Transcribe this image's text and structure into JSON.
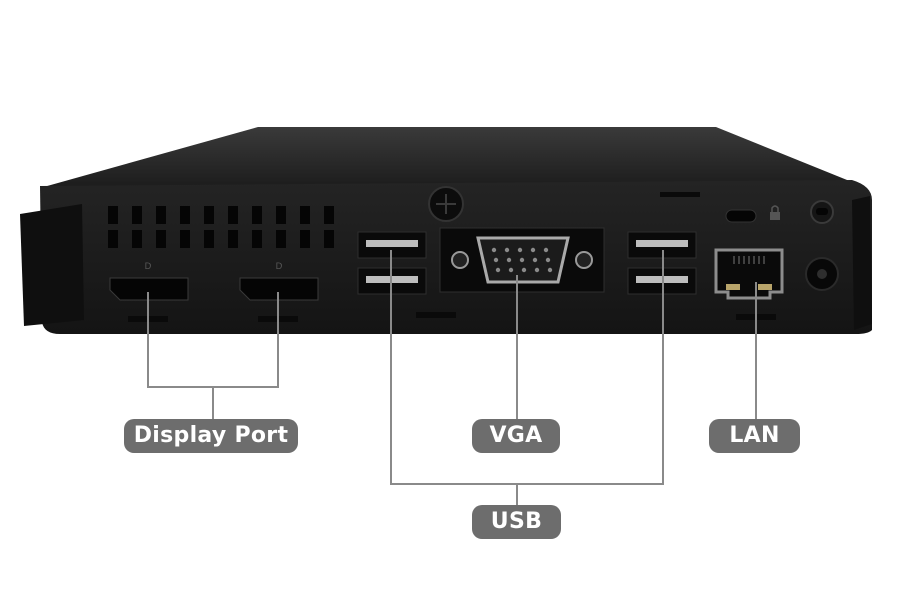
{
  "labels": {
    "display_port": "Display Port",
    "vga": "VGA",
    "lan": "LAN",
    "usb": "USB"
  },
  "colors": {
    "chassis": "#1a1a1a",
    "chassis_top": "#2a2a2a",
    "callout_line": "#8a8a8a",
    "pill_bg": "#6d6d6d",
    "pill_text": "#ffffff"
  }
}
